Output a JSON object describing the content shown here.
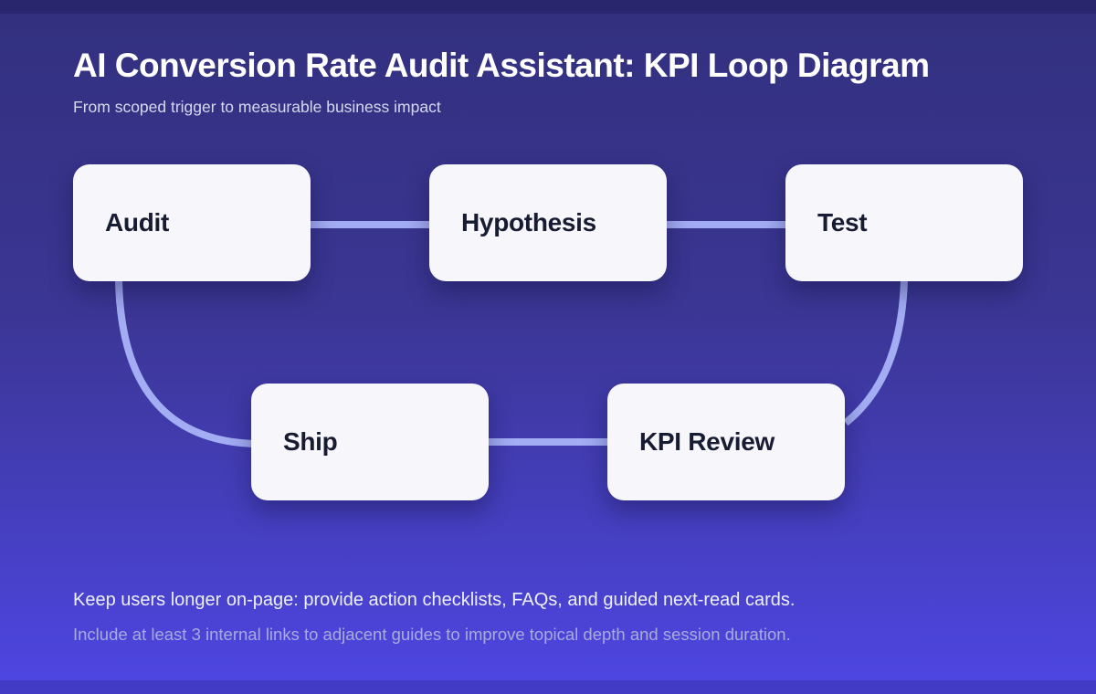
{
  "header": {
    "title": "AI Conversion Rate Audit Assistant: KPI Loop Diagram",
    "subtitle": "From scoped trigger to measurable business impact"
  },
  "diagram": {
    "type": "loop-flow",
    "nodes": [
      {
        "id": "audit",
        "label": "Audit"
      },
      {
        "id": "hypothesis",
        "label": "Hypothesis"
      },
      {
        "id": "test",
        "label": "Test"
      },
      {
        "id": "ship",
        "label": "Ship"
      },
      {
        "id": "kpi_review",
        "label": "KPI Review"
      }
    ],
    "edges": [
      {
        "from": "audit",
        "to": "hypothesis"
      },
      {
        "from": "hypothesis",
        "to": "test"
      },
      {
        "from": "test",
        "to": "kpi_review"
      },
      {
        "from": "kpi_review",
        "to": "ship"
      },
      {
        "from": "ship",
        "to": "audit"
      }
    ]
  },
  "footer": {
    "line1": "Keep users longer on-page: provide action checklists, FAQs, and guided next-read cards.",
    "line2": "Include at least 3 internal links to adjacent guides to improve topical depth and session duration."
  },
  "colors": {
    "bg_top": "#32307e",
    "bg_bottom": "#4e46e3",
    "connector": "#a8b3f8",
    "node_bg": "#f6f6fb",
    "node_text": "#171c32",
    "title_text": "#ffffff",
    "subtitle_text": "#d7d8ef",
    "footer_primary": "#edeffb",
    "footer_secondary": "#a9abdd"
  }
}
